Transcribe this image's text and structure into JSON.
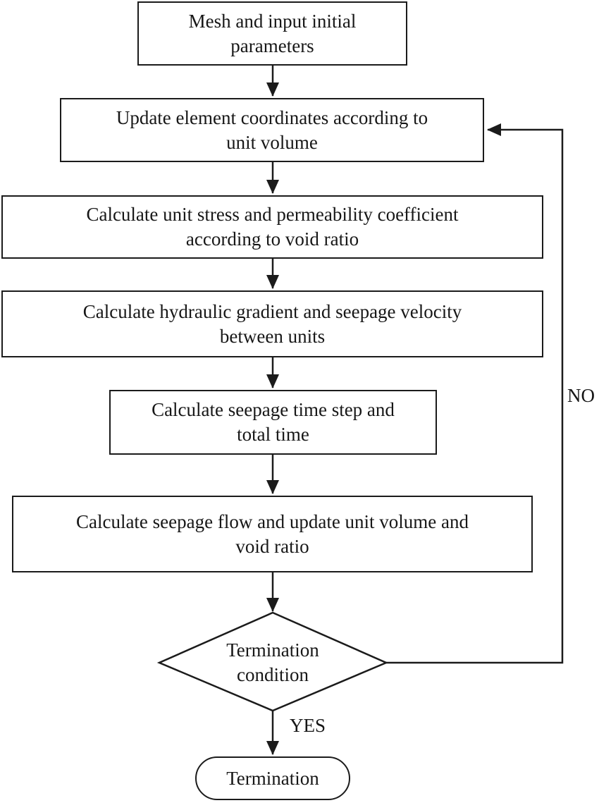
{
  "diagram": {
    "title": "Seepage consolidation simulation flowchart",
    "orientation": "top-to-bottom",
    "line_color": "#1b1b1b",
    "background_color": "#ffffff",
    "text_color": "#171717"
  },
  "nodes": [
    {
      "id": "n1",
      "shape": "rectangle",
      "label": "Mesh and input initial\nparameters"
    },
    {
      "id": "n2",
      "shape": "rectangle",
      "label": "Update element coordinates according to\nunit volume"
    },
    {
      "id": "n3",
      "shape": "rectangle",
      "label": "Calculate unit stress and permeability coefficient\naccording to void ratio"
    },
    {
      "id": "n4",
      "shape": "rectangle",
      "label": "Calculate hydraulic gradient and seepage velocity\nbetween units"
    },
    {
      "id": "n5",
      "shape": "rectangle",
      "label": "Calculate seepage time step and\ntotal time"
    },
    {
      "id": "n6",
      "shape": "rectangle",
      "label": "Calculate seepage flow and update unit volume and\nvoid ratio"
    },
    {
      "id": "n7",
      "shape": "diamond",
      "label": "Termination\ncondition"
    },
    {
      "id": "n8",
      "shape": "stadium",
      "label": "Termination"
    }
  ],
  "edge_labels": {
    "no": "NO",
    "yes": "YES"
  }
}
